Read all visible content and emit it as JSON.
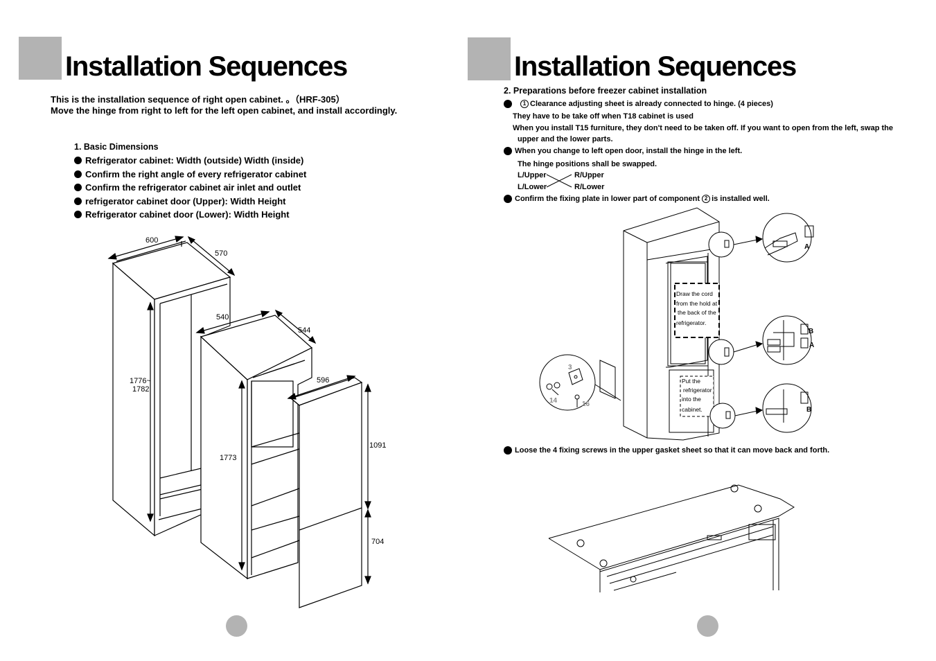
{
  "left": {
    "title": "Installation Sequences",
    "intro_line1": "This is the installation sequence of right open cabinet. 。（HRF-305）",
    "intro_line2": "Move the hinge from right to left for the left open cabinet, and install accordingly.",
    "section_title": "1.  Basic Dimensions",
    "bullets": [
      "Refrigerator cabinet: Width (outside) Width (inside)",
      "Confirm the right angle of every refrigerator cabinet",
      "Confirm the refrigerator cabinet air inlet and outlet",
      "refrigerator cabinet door (Upper): Width  Height",
      "Refrigerator cabinet door (Lower): Width  Height"
    ],
    "dims": {
      "d600": "600",
      "d570": "570",
      "d540": "540",
      "d544": "544",
      "d596": "596",
      "d1776a": "1776~",
      "d1776b": "1782",
      "d1773": "1773",
      "d1091": "1091",
      "d704": "704"
    }
  },
  "right": {
    "title": "Installation Sequences",
    "section_title": "2.  Preparations before freezer cabinet installation",
    "b1_num": "1",
    "b1": "Clearance adjusting sheet is already connected to hinge. (4 pieces)",
    "b1_sub1": "They have to be take off when T18 cabinet is used",
    "b1_sub2": "When you install T15 furniture, they don't need to be taken off. If you want to open from the left, swap the",
    "b1_sub3": "upper and the lower parts.",
    "b2": "When you change to left open door, install the hinge in the left.",
    "b2_sub": "The hinge positions shall be swapped.",
    "l_upper": "L/Upper",
    "r_upper": "R/Upper",
    "l_lower": "L/Lower",
    "r_lower": "R/Lower",
    "b3_pre": "Confirm the fixing plate in lower part of component ",
    "b3_num": "2",
    "b3_post": " is installed well.",
    "note_cord": [
      "Draw the cord",
      "from the hold at",
      "the back of the",
      "refrigerator."
    ],
    "note_put": [
      "Put the",
      "refrigerator",
      "into the",
      "cabinet."
    ],
    "detail_labels": {
      "a1": "A",
      "b1": "B",
      "a2": "A",
      "b2": "B"
    },
    "parts": {
      "p3": "3",
      "p14": "14",
      "p16": "16"
    },
    "b4": "Loose the 4 fixing screws in the upper gasket sheet so that it can move back and forth."
  }
}
